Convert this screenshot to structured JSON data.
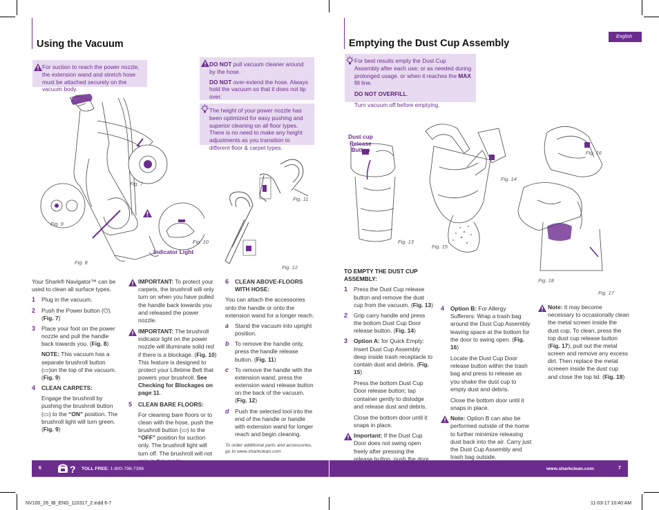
{
  "left": {
    "title": "Using the Vacuum",
    "warn_suction": "For suction to reach the power nozzle, the extension wand and stretch hose must be attached securely on the vacuum body.",
    "warn_pull_1_b": "DO NOT",
    "warn_pull_1": " pull vacuum cleaner around by the hose.",
    "warn_pull_2_b": "DO NOT",
    "warn_pull_2": " over-extend the hose. Always hold the vacuum so that it does not tip over.",
    "tip_height": "The height of your power nozzle has been optimized for easy pushing and superior cleaning on all floor types. There is no need to make any height adjustments as you transition to different floor & carpet types.",
    "indicator_light_label": "Indicator Light",
    "figs": {
      "f7": "Fig. 7",
      "f8": "Fig. 8",
      "f9": "Fig. 9",
      "f10": "Fig. 10",
      "f11": "Fig. 11",
      "f12": "Fig. 12"
    },
    "col1": {
      "intro": "Your Shark® Navigator™ can be used to clean all surface types.",
      "s1": "Plug in the vacuum.",
      "s2a": "Push the Power button (",
      "s2b": ").",
      "s2fig": "Fig. 7",
      "s3a": "Place your foot on the power nozzle and pull the handle back towards you. (",
      "s3fig": "Fig. 8",
      "note_b": "NOTE:",
      "note_a": " This vacuum has a separate brushroll button (",
      "note_c": ")on the top of the vacuum. (",
      "note_fig": "Fig. 9",
      "s4_head": "CLEAN CARPETS:",
      "s4a": "Engage the brushroll by pushing the brushroll button (",
      "s4b": ") to the ",
      "s4on": "“ON”",
      "s4c": " position. The brushroll light will turn green. (",
      "s4fig": "Fig. 9"
    },
    "col2": {
      "imp1_b": "IMPORTANT:",
      "imp1": " To protect your carpets, the brushroll will only turn on when you have pulled the handle back towards you and released the power nozzle.",
      "imp2_b": "IMPORTANT:",
      "imp2a": " The brushroll indicator light on the power nozzle will illuminate solid red if there is a blockage. (",
      "imp2fig": "Fig. 10",
      "imp2b": ") This feature is designed to protect your Lifetime Belt that powers your brushroll. ",
      "imp2c": "See Checking for Blockages on page 11",
      "s5_head": "CLEAN BARE FLOORS:",
      "s5a": "For cleaning bare floors or to clean with the hose, push the brushroll button (",
      "s5b": ") to the ",
      "s5off": "“OFF”",
      "s5c": " position for suction only. The brushroll light will turn off. The brushroll will not spin in this mode."
    },
    "col3": {
      "s6_head": "CLEAN ABOVE-FLOORS WITH HOSE:",
      "s6_intro": "You can attach the accessories onto the handle or onto the extension wand for a longer reach.",
      "a": "Stand the vacuum into upright position.",
      "b1": "To remove the handle only, press the handle release button. (",
      "bfig": "Fig. 11",
      "c1": "To remove the handle with the extension wand, press the extension wand release button on the back of the vacuum. (",
      "cfig": "Fig. 12",
      "d": "Push the selected tool into the end of the handle or handle with extension wand for longer reach and begin cleaning.",
      "order1": "To order additional parts and accessories,",
      "order2": "go to www.sharkclean.com"
    },
    "footer": {
      "page": "6",
      "toll_label": "TOLL FREE:",
      "toll_number": "1-800-798-7398"
    }
  },
  "right": {
    "title": "Emptying the Dust Cup Assembly",
    "lang_badge": "English",
    "tip_a": "For best results empty the Dust Cup Assembly after each use; or as needed during prolonged usage. or when it reaches the ",
    "tip_max": "MAX",
    "tip_b": " fill line.",
    "tip_overfill": "DO NOT OVERFILL",
    "tip_off": "Turn vacuum off before emptying.",
    "release_label": "Dust cup Release Button",
    "figs": {
      "f13": "Fig. 13",
      "f14": "Fig. 14",
      "f15": "Fig. 15",
      "f16": "Fig. 16",
      "f17": "Fig. 17",
      "f18": "Fig. 18"
    },
    "col1": {
      "head": "TO EMPTY THE DUST CUP ASSEMBLY:",
      "s1a": "Press the Dust Cup release button and remove the dust cup from the vacuum. (",
      "s1fig": "Fig. 13",
      "s2a": "Grip carry handle and press the bottom Dust Cup Door release button. (",
      "s2fig": "Fig. 14",
      "s3_b": "Option A:",
      "s3a": " for Quick Empty: Insert Dust Cup Assembly deep inside trash receptacle to contain dust and debris. (",
      "s3fig": "Fig. 15",
      "s3p2": "Press the bottom Dust Cup Door release button; tap container gently to dislodge and release dust and debris.",
      "s3p3": "Close the bottom door until it snaps in place.",
      "imp_b": "Important:",
      "imp": " If the Dust Cup Door does not swing open freely after pressing the release button, push the door open using the bottom door tabs."
    },
    "col2": {
      "s4_b": "Option B:",
      "s4a": " For Allergy Sufferers: Wrap a trash bag around the Dust Cup Assembly leaving space at the bottom for the door to swing open. (",
      "s4fig": "Fig. 16",
      "s4p2": "Locate the Dust Cup Door release button within the trash bag and press to release as you shake the dust cup to empty dust and debris.",
      "s4p3": "Close the bottom door until it snaps in place.",
      "note_b": "Note:",
      "note": " Option B can also be performed outside of the home to further minimize releasing dust back into the air. Carry just the Dust Cup Assembly and trash bag outside."
    },
    "col3": {
      "note_b": "Note:",
      "note_a": " It may become necessary to occasionally clean the metal screen inside the dust cup. To clean, press the top dust cup release button (",
      "note_fig1": "Fig. 17",
      "note_b2": "), pull out the metal screen and remove any excess dirt. Then replace the metal screeen inside the dust cup and close the top lid. (",
      "note_fig2": "Fig. 18"
    },
    "footer": {
      "url": "www.sharkclean.com",
      "page": "7"
    }
  },
  "print_slug": {
    "file": "NV100_26_IB_ENG_110317_2.indd   6-7",
    "date": "11-03-17   10:40 AM"
  },
  "colors": {
    "accent": "#6b2c8e",
    "box_bg": "#e8daf0"
  }
}
